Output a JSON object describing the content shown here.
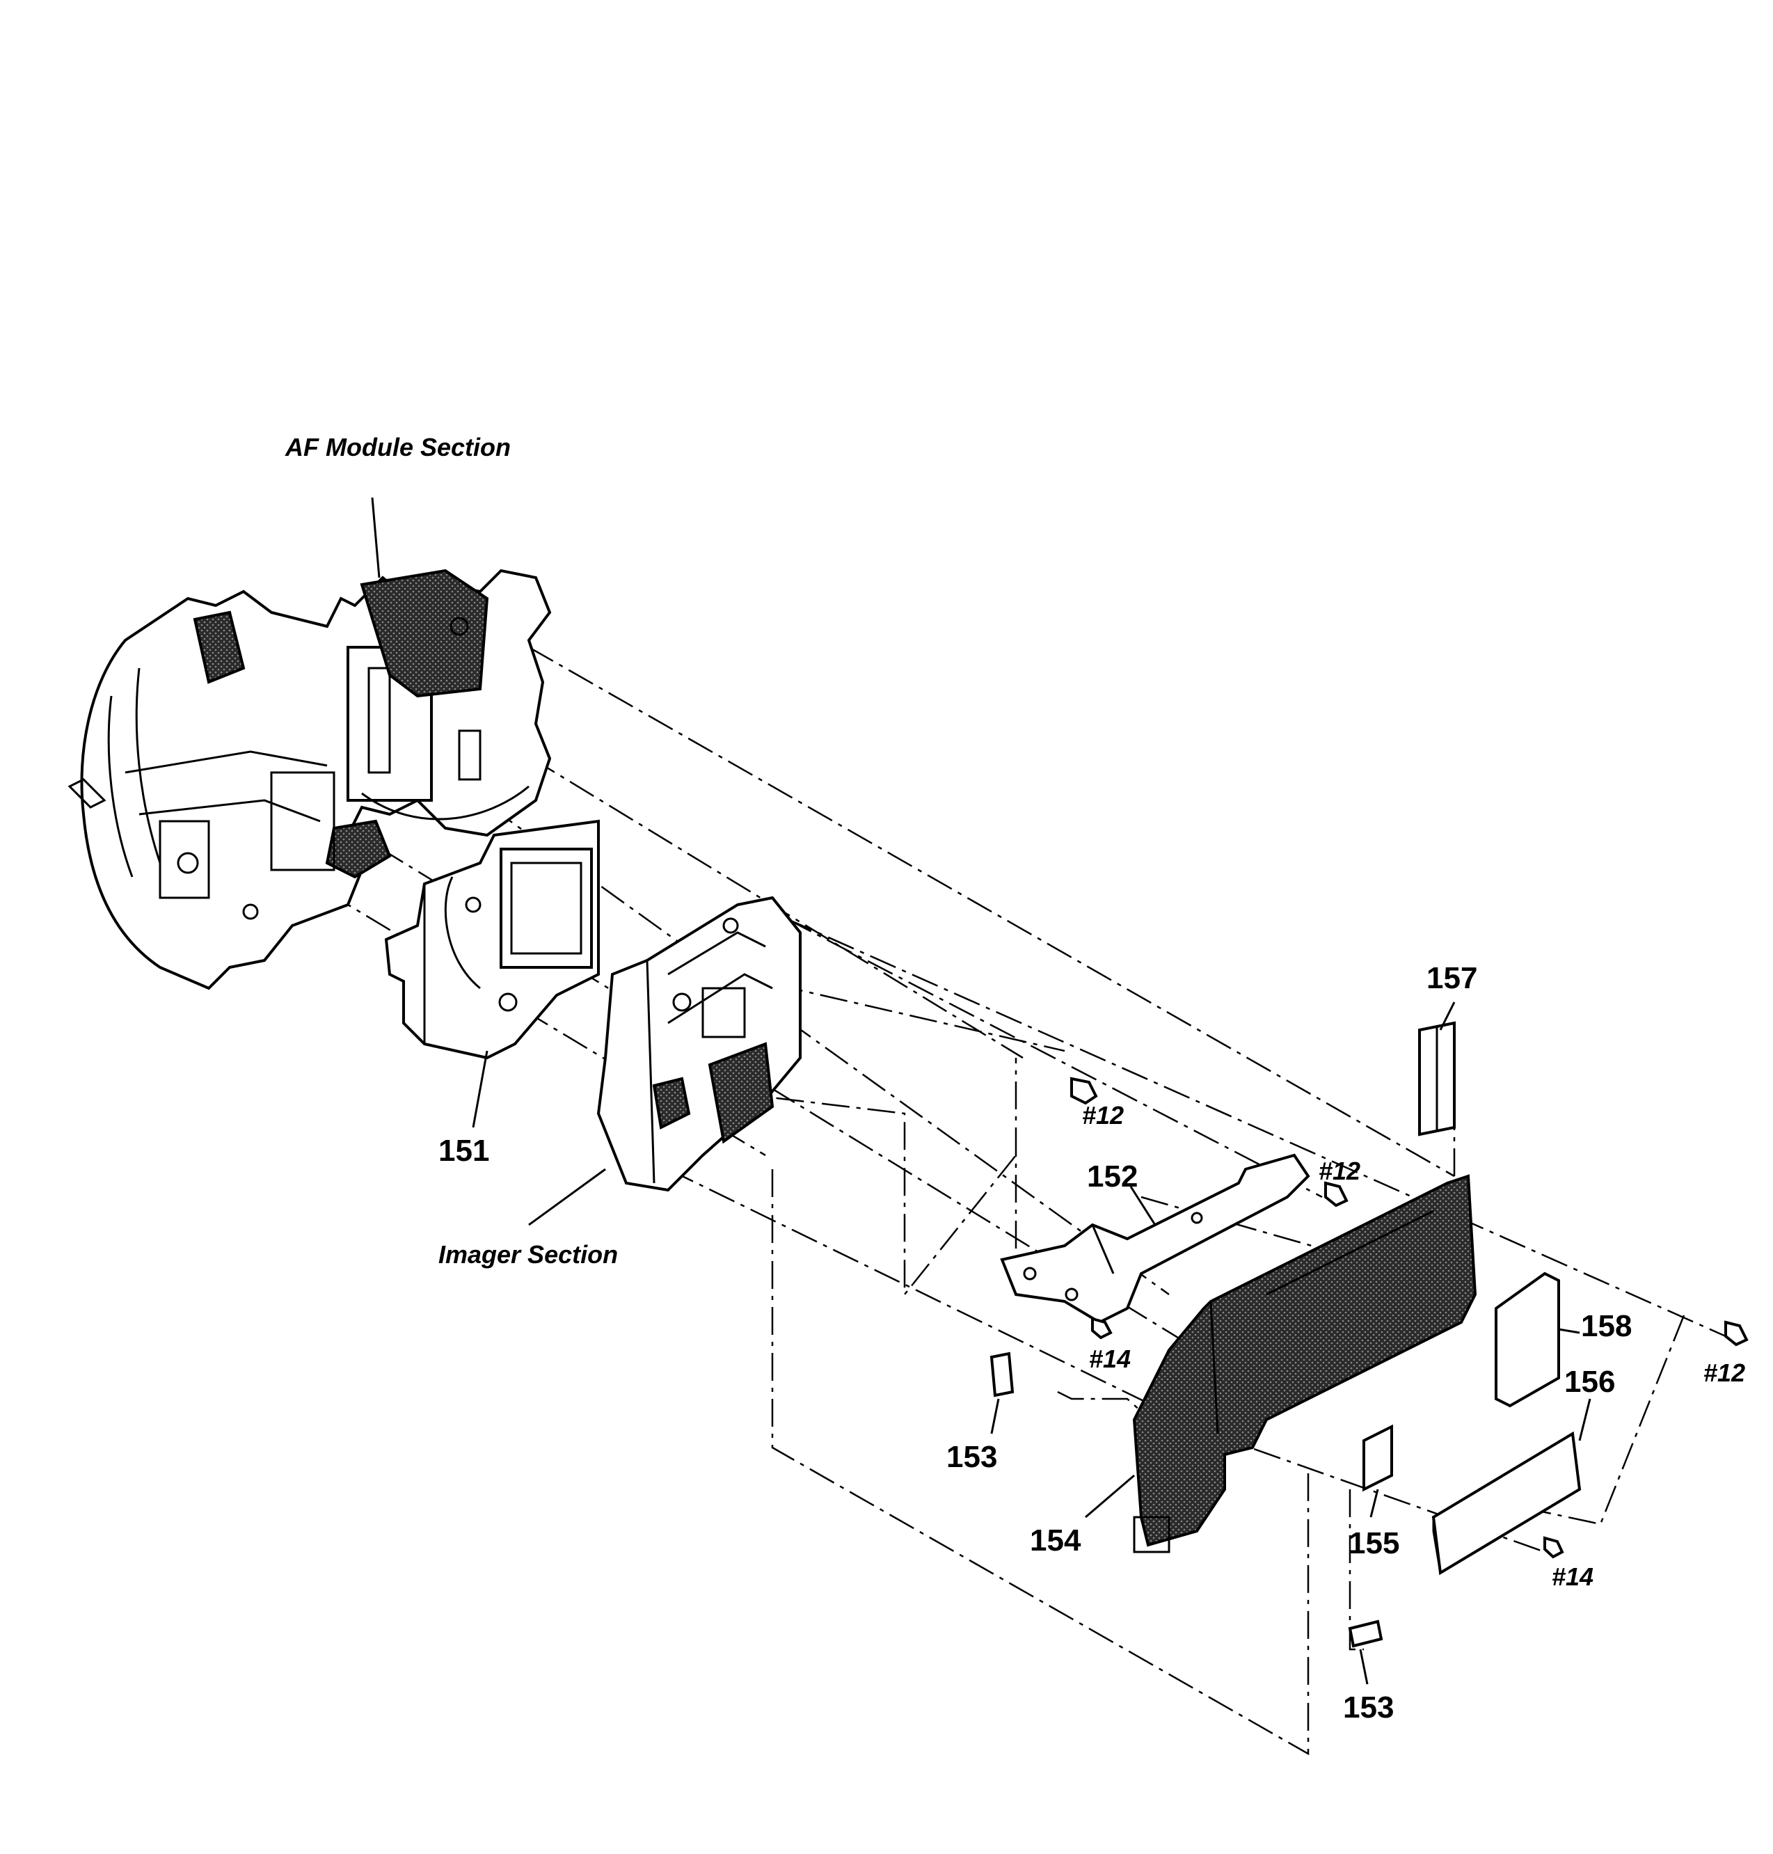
{
  "labels": {
    "af_module_section": "AF Module Section",
    "imager_section": "Imager Section"
  },
  "callouts": {
    "p151": "151",
    "p152": "152",
    "p153_a": "153",
    "p153_b": "153",
    "p154": "154",
    "p155": "155",
    "p156": "156",
    "p157": "157",
    "p158": "158"
  },
  "screws": {
    "s12_a": "#12",
    "s12_b": "#12",
    "s12_c": "#12",
    "s14_a": "#14",
    "s14_b": "#14"
  }
}
